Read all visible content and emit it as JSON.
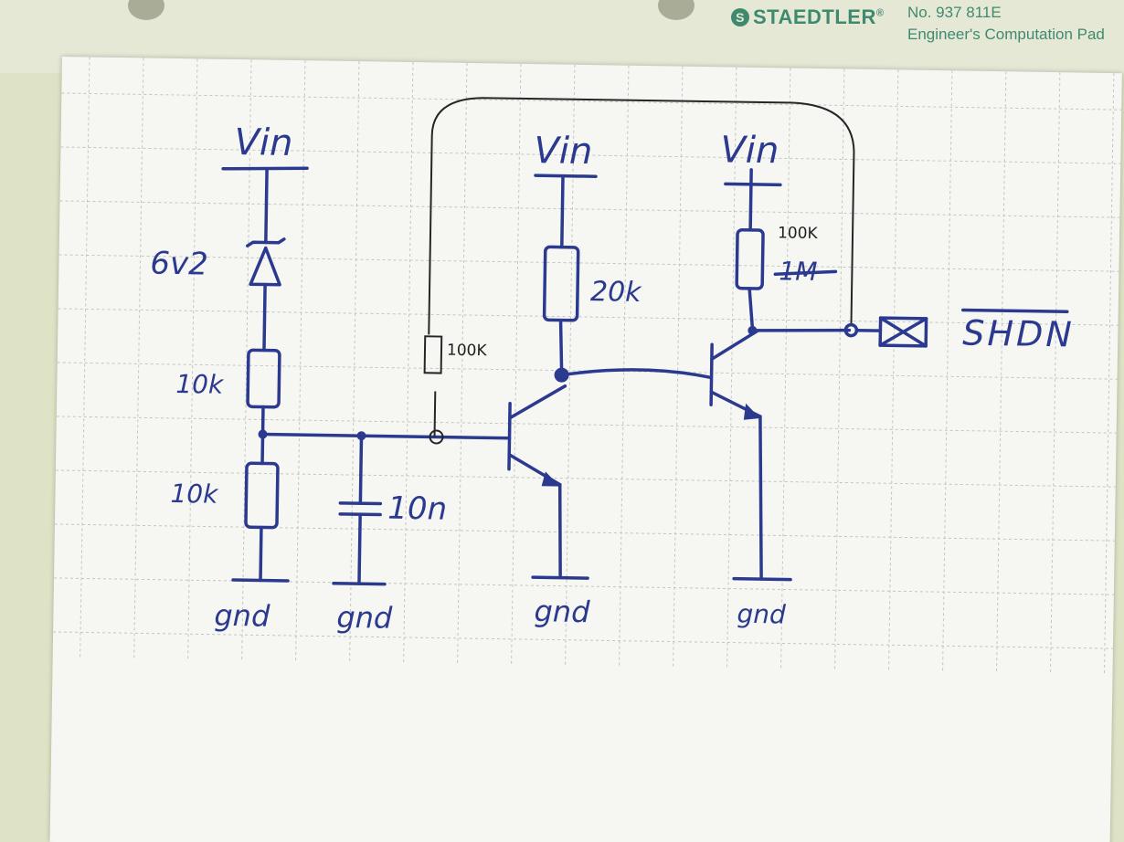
{
  "pad": {
    "brand": "STAEDTLER",
    "brand_mark": "S",
    "registered": "®",
    "number": "No. 937 811E",
    "name": "Engineer's Computation Pad"
  },
  "labels": {
    "vin_left": "Vin",
    "vin_mid": "Vin",
    "vin_right": "Vin",
    "zener": "6v2",
    "r_top": "10k",
    "r_bottom": "10k",
    "cap": "10n",
    "r_feedback": "100K",
    "r_collector1": "20k",
    "r_collector2": "100K",
    "r_collector2_struck": "1M",
    "output": "SHDN",
    "gnd_1": "gnd",
    "gnd_2": "gnd",
    "gnd_3": "gnd",
    "gnd_4": "gnd"
  },
  "colors": {
    "ink": "#2b3a8f",
    "grid": "#c4c4c4",
    "brand": "#3f8a6f",
    "paper": "#f6f6f3",
    "pad": "#dfe3c6"
  }
}
